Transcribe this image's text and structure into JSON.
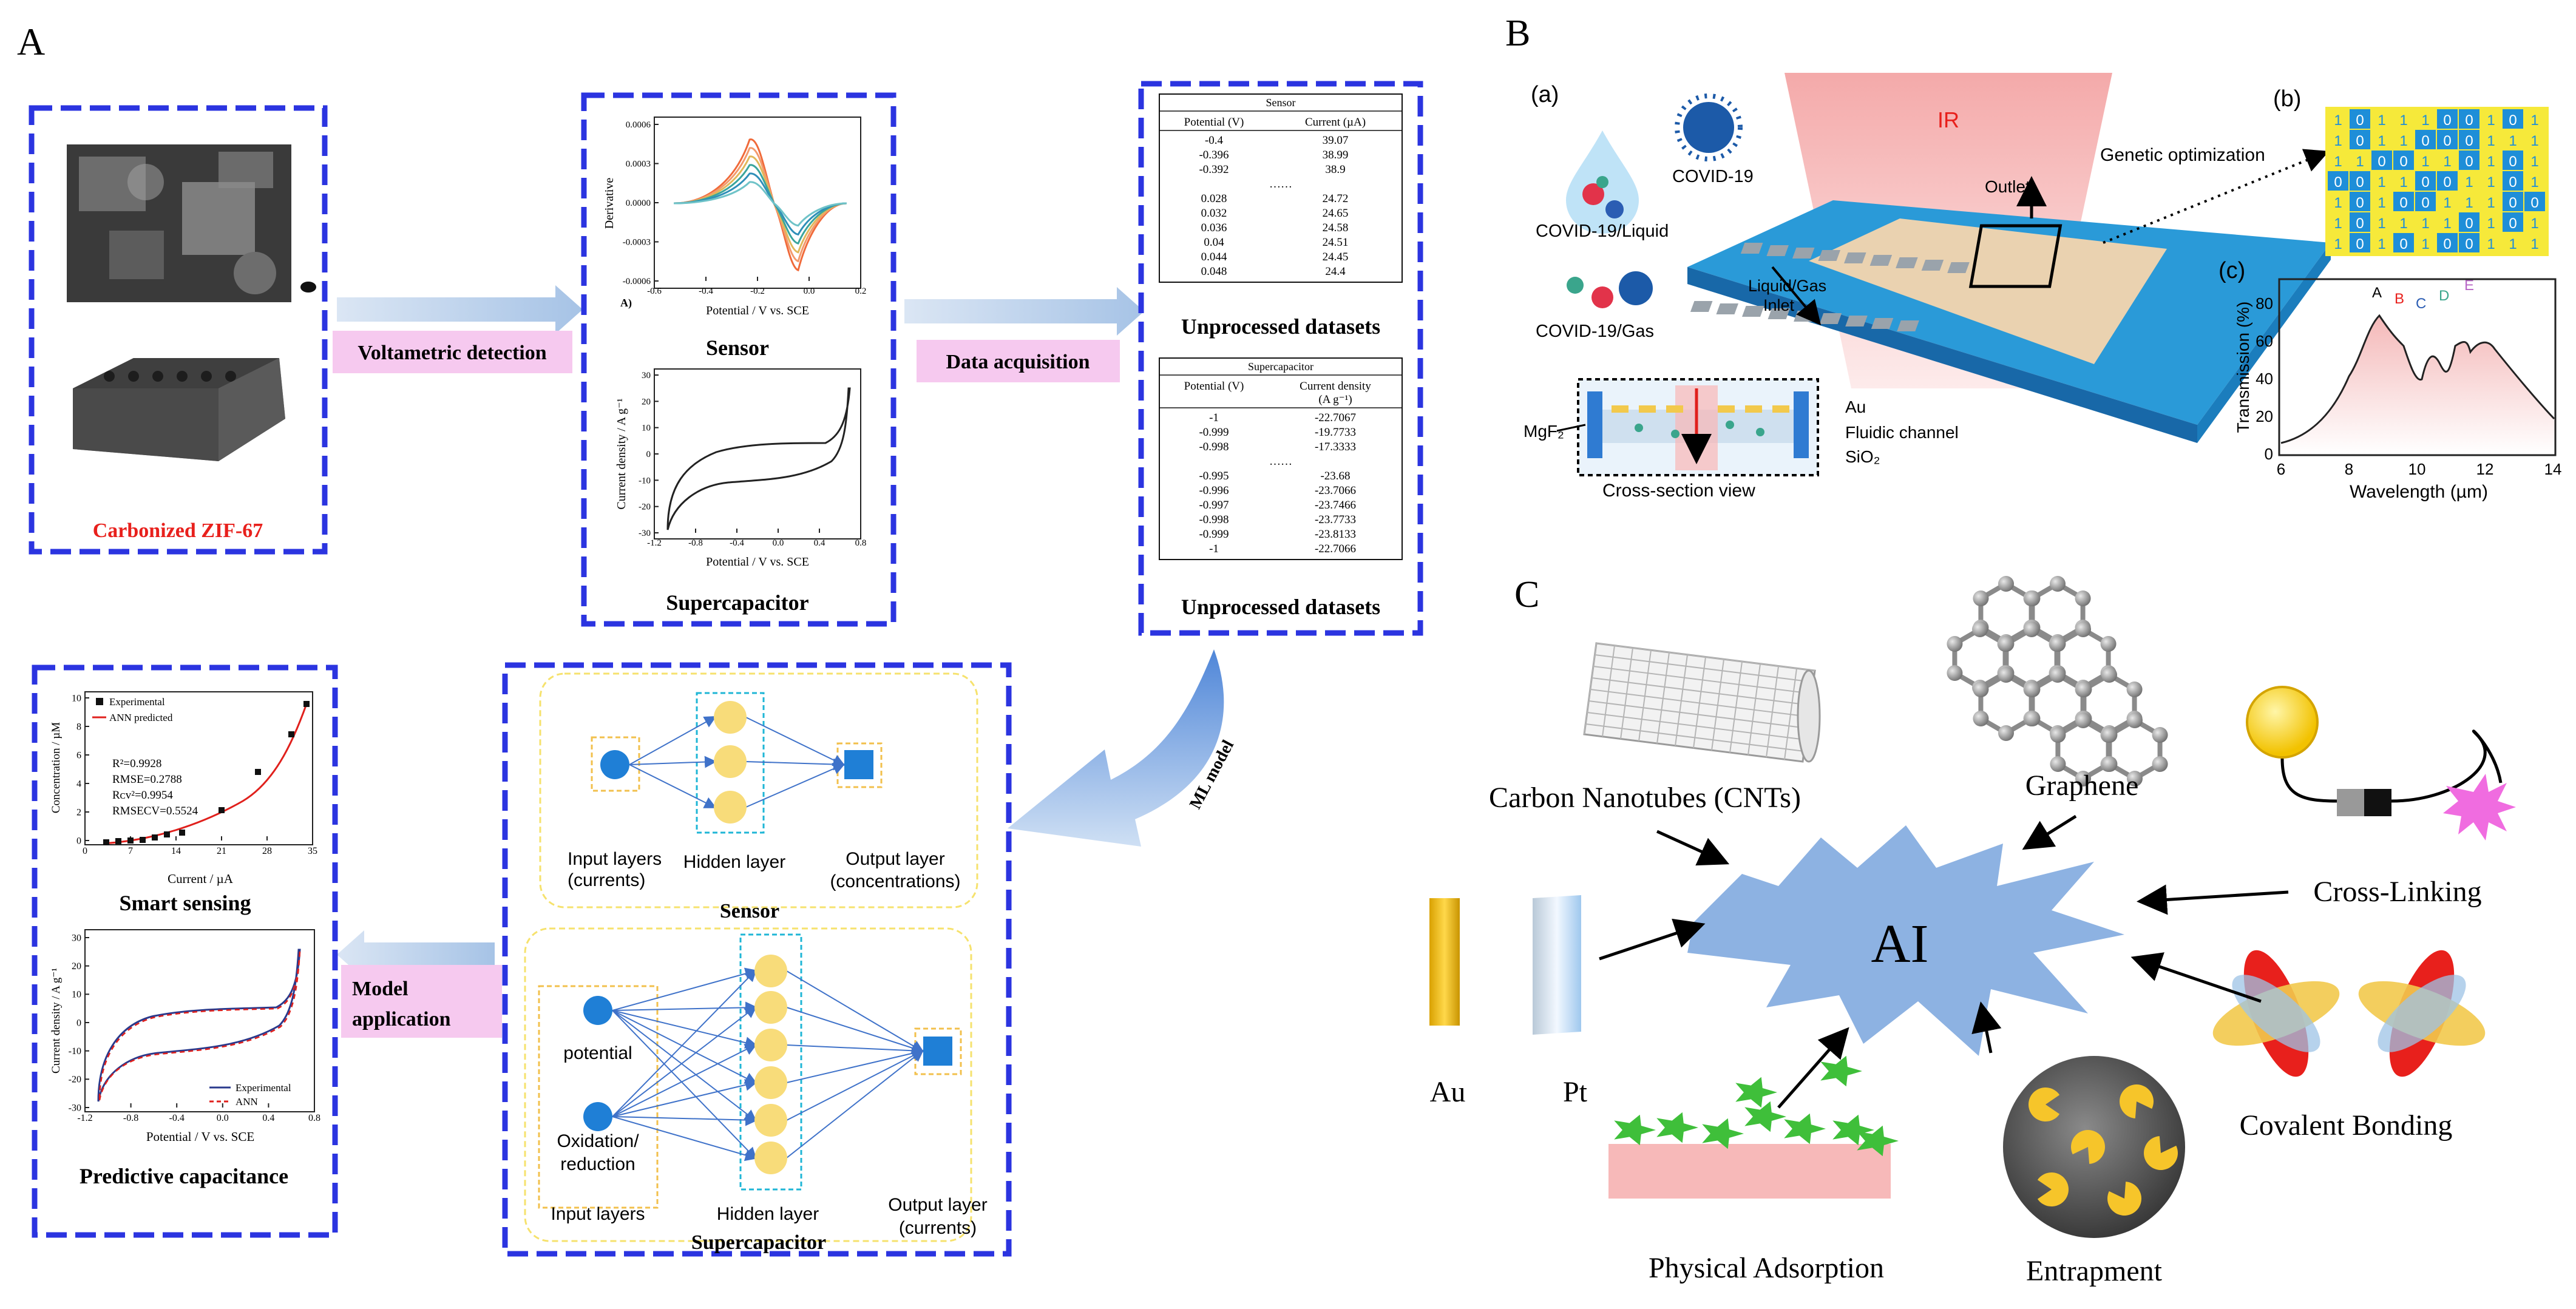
{
  "panels": {
    "A": "A",
    "B": "B",
    "C": "C"
  },
  "panelA": {
    "carbonized_label": "Carbonized ZIF-67",
    "voltametric_label": "Voltametric detection",
    "data_acquisition_label": "Data acquisition",
    "ml_model_label": "ML model",
    "model_application_line1": "Model",
    "model_application_line2": "application",
    "sensor_chart": {
      "ylabel": "Derivative",
      "xlabel": "Potential / V vs. SCE",
      "tag": "A)",
      "yticks": [
        "0.0006",
        "0.0003",
        "0.0000",
        "-0.0003",
        "-0.0006"
      ],
      "xticks": [
        "-0.6",
        "-0.4",
        "-0.2",
        "0.0",
        "0.2"
      ],
      "caption": "Sensor"
    },
    "supercap_chart": {
      "ylabel": "Current density / A g⁻¹",
      "xlabel": "Potential / V vs. SCE",
      "yticks": [
        "30",
        "20",
        "10",
        "0",
        "-10",
        "-20",
        "-30"
      ],
      "xticks": [
        "-1.2",
        "-0.8",
        "-0.4",
        "0.0",
        "0.4",
        "0.8"
      ],
      "caption": "Supercapacitor"
    },
    "sensor_table": {
      "title": "Sensor",
      "headers": [
        "Potential (V)",
        "Current (µA)"
      ],
      "rows": [
        [
          "-0.4",
          "39.07"
        ],
        [
          "-0.396",
          "38.99"
        ],
        [
          "-0.392",
          "38.9"
        ],
        [
          "……",
          ""
        ],
        [
          "0.028",
          "24.72"
        ],
        [
          "0.032",
          "24.65"
        ],
        [
          "0.036",
          "24.58"
        ],
        [
          "0.04",
          "24.51"
        ],
        [
          "0.044",
          "24.45"
        ],
        [
          "0.048",
          "24.4"
        ]
      ],
      "caption": "Unprocessed datasets"
    },
    "supercap_table": {
      "title": "Supercapacitor",
      "headers": [
        "Potential (V)",
        "Current density",
        "(A g⁻¹)"
      ],
      "rows": [
        [
          "-1",
          "-22.7067"
        ],
        [
          "-0.999",
          "-19.7733"
        ],
        [
          "-0.998",
          "-17.3333"
        ],
        [
          "……",
          ""
        ],
        [
          "-0.995",
          "-23.68"
        ],
        [
          "-0.996",
          "-23.7066"
        ],
        [
          "-0.997",
          "-23.7466"
        ],
        [
          "-0.998",
          "-23.7733"
        ],
        [
          "-0.999",
          "-23.8133"
        ],
        [
          "-1",
          "-22.7066"
        ]
      ],
      "caption": "Unprocessed datasets"
    },
    "nn_sensor": {
      "input": "Input layers",
      "input2": "(currents)",
      "hidden": "Hidden layer",
      "output": "Output layer",
      "output2": "(concentrations)",
      "title": "Sensor"
    },
    "nn_supercap": {
      "input_a": "potential",
      "input_b1": "Oxidation/",
      "input_b2": "reduction",
      "input": "Input layers",
      "hidden": "Hidden layer",
      "output": "Output layer",
      "output2": "(currents)",
      "title": "Supercapacitor"
    },
    "smart_chart": {
      "legend_exp": "Experimental",
      "legend_ann": "ANN predicted",
      "stats": [
        "R²=0.9928",
        "RMSE=0.2788",
        "Rᴄᴠ²=0.9954",
        "RMSECV=0.5524"
      ],
      "ylabel": "Concentration / µM",
      "xlabel": "Current / µA",
      "yticks": [
        "10",
        "8",
        "6",
        "4",
        "2",
        "0"
      ],
      "xticks": [
        "0",
        "7",
        "14",
        "21",
        "28",
        "35"
      ],
      "caption": "Smart sensing"
    },
    "cap_chart": {
      "legend_exp": "Experimental",
      "legend_ann": "ANN",
      "ylabel": "Current density / A g⁻¹",
      "xlabel": "Potential / V vs. SCE",
      "yticks": [
        "30",
        "20",
        "10",
        "0",
        "-10",
        "-20",
        "-30"
      ],
      "xticks": [
        "-1.2",
        "-0.8",
        "-0.4",
        "0.0",
        "0.4",
        "0.8"
      ],
      "caption": "Predictive capacitance"
    }
  },
  "panelB": {
    "sub_a": "(a)",
    "sub_b": "(b)",
    "sub_c": "(c)",
    "ir": "IR",
    "covid": "COVID-19",
    "covid_liquid": "COVID-19/Liquid",
    "covid_gas": "COVID-19/Gas",
    "outlet": "Outlet",
    "inlet1": "Liquid/Gas",
    "inlet2": "Inlet",
    "genetic": "Genetic optimization",
    "mgf2": "MgF₂",
    "au": "Au",
    "fluidic": "Fluidic channel",
    "sio2": "SiO₂",
    "cross_section": "Cross-section view",
    "grid_rows": [
      "1011100101",
      "1011000111",
      "1100110101",
      "0011001101",
      "1010011100",
      "1011110101",
      "1010100111"
    ],
    "spectrum": {
      "ylabel": "Transmission (%)",
      "xlabel": "Wavelength (µm)",
      "yticks": [
        "80",
        "60",
        "40",
        "20",
        "0"
      ],
      "xticks": [
        "6",
        "8",
        "10",
        "12",
        "14"
      ],
      "peaks": [
        "A",
        "B",
        "C",
        "D",
        "E"
      ]
    }
  },
  "panelC": {
    "ai": "AI",
    "cnt": "Carbon Nanotubes (CNTs)",
    "graphene": "Graphene",
    "crosslinking": "Cross-Linking",
    "au": "Au",
    "pt": "Pt",
    "covalent": "Covalent Bonding",
    "physical": "Physical Adsorption",
    "entrapment": "Entrapment"
  },
  "colors": {
    "frame": "#2b34e0",
    "table_border": "#2b34e0",
    "node": "#1f7fd6",
    "hidden_node": "#f8dc7a",
    "arrow": "#b9d0ec",
    "label_bg": "#f6c9ef",
    "ai_star": "#8db2e2"
  }
}
